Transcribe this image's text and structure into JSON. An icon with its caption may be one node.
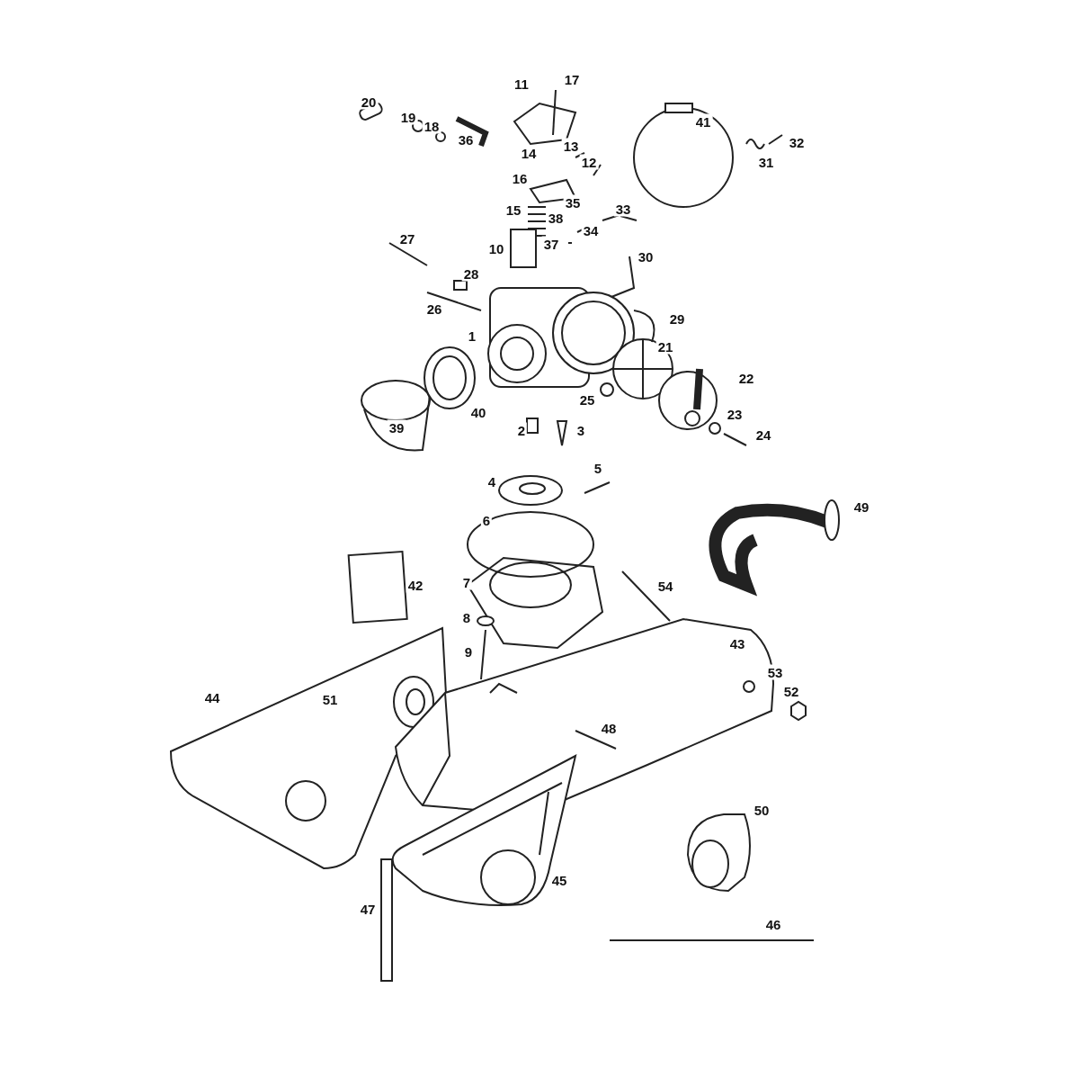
{
  "diagram": {
    "labels": [
      "17",
      "11",
      "20",
      "19",
      "18",
      "41",
      "36",
      "32",
      "13",
      "14",
      "12",
      "31",
      "16",
      "35",
      "15",
      "33",
      "38",
      "34",
      "27",
      "37",
      "10",
      "30",
      "28",
      "26",
      "29",
      "1",
      "21",
      "22",
      "25",
      "40",
      "23",
      "39",
      "2",
      "3",
      "24",
      "5",
      "4",
      "49",
      "6",
      "42",
      "7",
      "54",
      "8",
      "43",
      "9",
      "53",
      "52",
      "44",
      "51",
      "48",
      "50",
      "45",
      "47",
      "46"
    ]
  }
}
